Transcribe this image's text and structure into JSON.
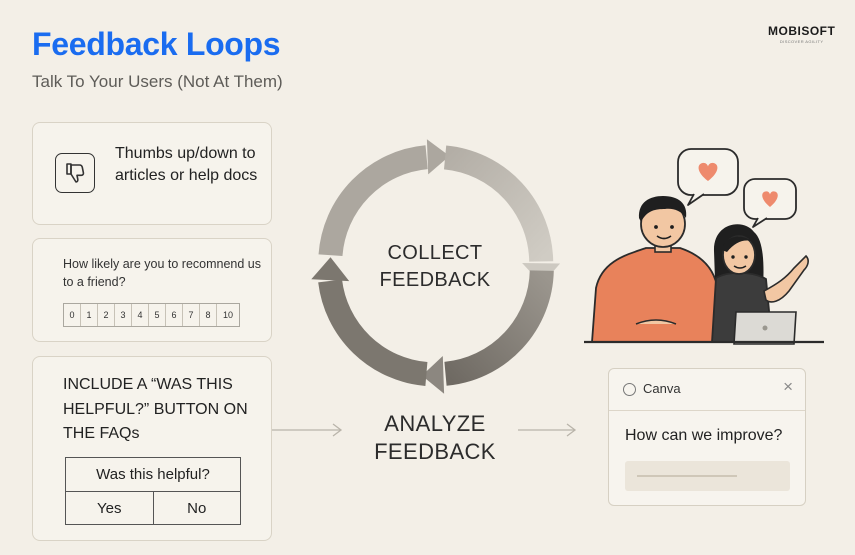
{
  "header": {
    "title": "Feedback Loops",
    "subtitle": "Talk To Your Users (Not At Them)"
  },
  "brand": {
    "logo": "MOBISOFT",
    "tagline": "DISCOVER AGILITY"
  },
  "thumbs_card": {
    "icon": "thumbs-down-icon",
    "text": "Thumbs up/down to articles or help docs"
  },
  "nps_card": {
    "question": "How likely are you to recomnend us to a friend?",
    "scale": [
      "0",
      "1",
      "2",
      "3",
      "4",
      "5",
      "6",
      "7",
      "8",
      "10"
    ]
  },
  "helpful_card": {
    "text": "INCLUDE A “WAS THIS HELPFUL?” BUTTON ON THE FAQs",
    "widget": {
      "question": "Was this helpful?",
      "yes_label": "Yes",
      "no_label": "No"
    }
  },
  "cycle": {
    "collect_label": "COLLECT FEEDBACK",
    "analyze_label": "ANALYZE FEEDBACK"
  },
  "canva_popup": {
    "app_name": "Canva",
    "close_symbol": "×",
    "question": "How can we improve?"
  },
  "colors": {
    "title_blue": "#1a6cf0",
    "background": "#f3efe7",
    "arrow_light": "#c4c0b8",
    "arrow_dark": "#858079",
    "heart": "#ee8a6d",
    "shirt": "#e8825b"
  }
}
